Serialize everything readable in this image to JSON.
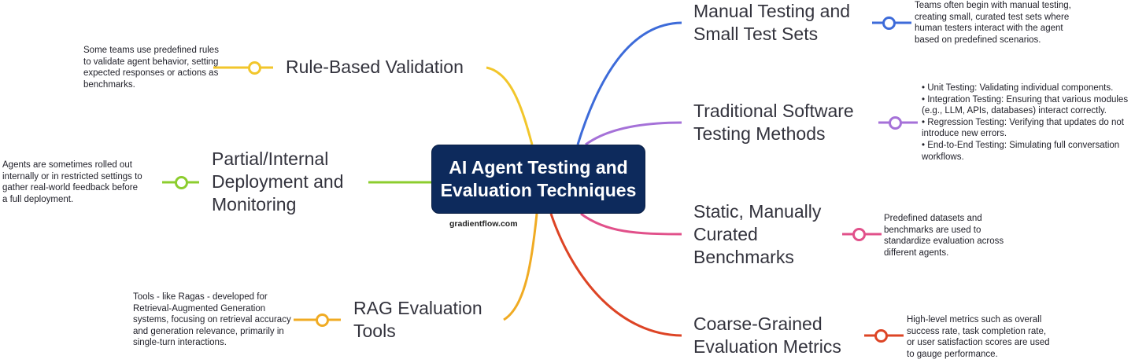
{
  "center": {
    "title": "AI Agent Testing and\nEvaluation Techniques",
    "credit": "gradientflow.com"
  },
  "branches": [
    {
      "id": "rule-based",
      "title": "Rule-Based Validation",
      "description": "Some teams use predefined rules\nto validate agent behavior, setting\nexpected responses or actions as\nbenchmarks.",
      "color": "#f2c62b"
    },
    {
      "id": "partial-deployment",
      "title": "Partial/Internal\nDeployment and\nMonitoring",
      "description": "Agents are sometimes rolled out\ninternally or in restricted settings to\ngather real-world feedback before\na full deployment.",
      "color": "#8ccd2e"
    },
    {
      "id": "rag-tools",
      "title": "RAG Evaluation\nTools",
      "description": "Tools - like Ragas - developed for\nRetrieval-Augmented Generation\nsystems, focusing on retrieval accuracy\nand generation relevance, primarily in\nsingle-turn interactions.",
      "color": "#f0ab23"
    },
    {
      "id": "manual-testing",
      "title": "Manual Testing and\nSmall Test Sets",
      "description": "Teams often begin with manual testing,\ncreating small, curated test sets where\nhuman testers interact with the agent\nbased on predefined scenarios.",
      "color": "#3d6bd9"
    },
    {
      "id": "traditional-testing",
      "title": "Traditional Software\nTesting Methods",
      "description": "• Unit Testing: Validating individual components.\n• Integration Testing: Ensuring that various modules\n(e.g., LLM, APIs, databases) interact correctly.\n• Regression Testing: Verifying that updates do not\nintroduce new errors.\n• End-to-End Testing: Simulating full conversation\nworkflows.",
      "color": "#a571d8"
    },
    {
      "id": "static-benchmarks",
      "title": "Static, Manually\nCurated\nBenchmarks",
      "description": "Predefined datasets and\nbenchmarks are used to\nstandardize evaluation across\ndifferent agents.",
      "color": "#e1508a"
    },
    {
      "id": "coarse-metrics",
      "title": "Coarse-Grained\nEvaluation Metrics",
      "description": "High-level metrics such as overall\nsuccess rate, task completion rate,\nor user satisfaction scores are used\nto gauge performance.",
      "color": "#dd4425"
    }
  ]
}
